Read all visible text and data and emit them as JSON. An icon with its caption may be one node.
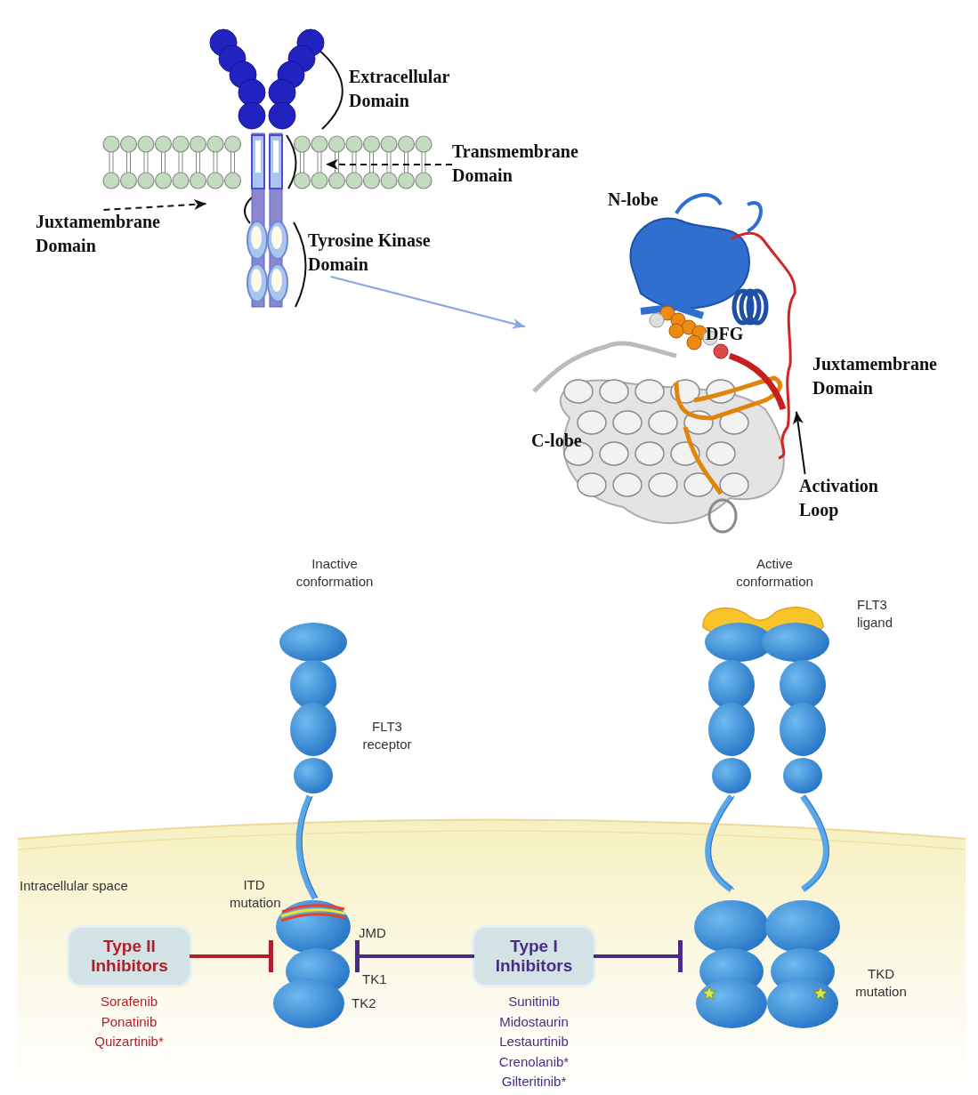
{
  "diagram": {
    "nodes": [
      {
        "text": [],
        "shape": "picture",
        "beside": [
          "Extracellular Domain"
        ]
      },
      {
        "text": [
          "Transmembrane Domain"
        ]
      },
      {
        "text": [
          "Juxtamembrane Domain"
        ]
      },
      {
        "text": [
          "Tyrosine Kinase Domain"
        ]
      },
      {
        "text": [
          "N-lobe",
          "DFG",
          "C-lobe"
        ],
        "beside": [
          "Juxtamembrane Domain"
        ]
      },
      {
        "text": [
          "Activation Loop"
        ]
      },
      {
        "text": [],
        "shape": "picture",
        "beside": [
          "Inactive conformation",
          "FLT3 receptor",
          "ITD mutation",
          "JMD",
          "TK1",
          "TK2"
        ]
      },
      {
        "text": [],
        "shape": "picture",
        "beside": [
          "Active conformation",
          "FLT3 ligand",
          "TKD mutation"
        ]
      },
      {
        "text": [
          "Type II Inhibitors"
        ],
        "beside": [
          "Sorafenib",
          "Ponatinib",
          "Quizartinib*"
        ]
      },
      {
        "text": [
          "Type I Inhibitors"
        ],
        "beside": [
          "Sunitinib",
          "Midostaurin",
          "Lestaurtinib",
          "Crenolanib*",
          "Gilteritinib*"
        ]
      }
    ],
    "edges": [
      {
        "from": 1,
        "to": 0,
        "arrow": "to",
        "style": "dashed"
      },
      {
        "from": 2,
        "to": 0,
        "arrow": "to",
        "style": "dashed"
      },
      {
        "from": 3,
        "to": 4,
        "arrow": "to",
        "color": "#8aa4e6"
      },
      {
        "from": 5,
        "to": 4,
        "arrow": "to"
      },
      {
        "from": 8,
        "to": 6,
        "arrow": "other",
        "style": "thick",
        "color": "#b0202c"
      },
      {
        "from": 9,
        "to": 6,
        "arrow": "other",
        "style": "thick",
        "color": "#4a2c88"
      },
      {
        "from": 9,
        "to": 7,
        "arrow": "other",
        "style": "thick",
        "color": "#4a2c88"
      }
    ],
    "labels": [
      "Intracellular space"
    ]
  }
}
